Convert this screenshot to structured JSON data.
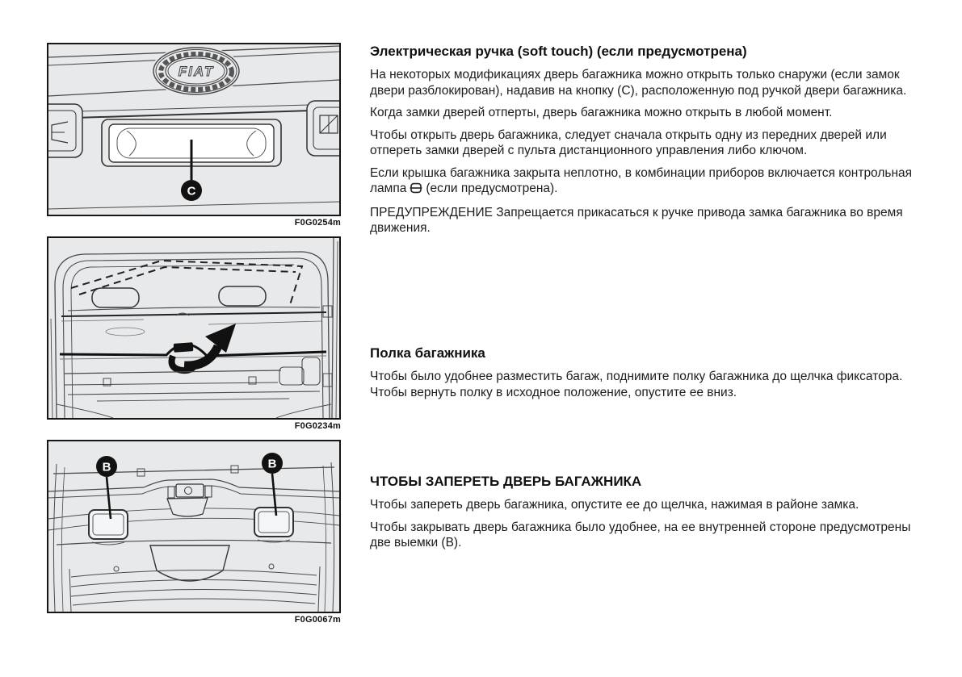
{
  "page": {
    "background": "#ffffff",
    "text_color": "#1c1c1c",
    "figure_background": "#e8e9eb",
    "line_art_color": "#333333"
  },
  "figures": [
    {
      "caption": "F0G0254m",
      "description": "Rear trunk door exterior: FIAT badge, licence-plate recess and soft-touch opening button",
      "badge_text": "FIAT",
      "callout_label": "C"
    },
    {
      "caption": "F0G0234m",
      "description": "Luggage compartment: parcel shelf lifted upwards, arrow shows movement"
    },
    {
      "caption": "F0G0067m",
      "description": "Inner side of trunk door with two hand recesses",
      "callout_labels": [
        "B",
        "B"
      ]
    }
  ],
  "sections": [
    {
      "heading": "Электрическая ручка (soft touch) (если предусмотрена)",
      "paragraphs": [
        "На некоторых модификациях дверь багажника можно открыть только снаружи (если замок двери разблокирован), надавив на кнопку (С), расположенную под ручкой двери багажника.",
        "Когда замки дверей отперты, дверь багажника можно открыть в любой момент.",
        "Чтобы открыть дверь багажника, следует сначала открыть одну из передних дверей или отпереть замки дверей с пульта дистанционного управления либо ключом."
      ],
      "lamp_paragraph": {
        "before": "Если крышка багажника закрыта неплотно, в комбинации приборов включается контрольная лампа",
        "icon": "trunk-open-warning-lamp",
        "after": "(если предусмотрена)."
      },
      "warning": "ПРЕДУПРЕЖДЕНИЕ Запрещается прикасаться к ручке привода замка багажника во время движения."
    },
    {
      "heading": "Полка багажника",
      "paragraphs": [
        "Чтобы было удобнее разместить багаж, поднимите полку багажника до щелчка фиксатора. Чтобы вернуть полку в исходное положение, опустите ее вниз."
      ]
    },
    {
      "heading": "ЧТОБЫ ЗАПЕРЕТЬ ДВЕРЬ БАГАЖНИКА",
      "paragraphs": [
        "Чтобы запереть дверь багажника, опустите ее до щелчка, нажимая в районе замка.",
        "Чтобы закрывать дверь багажника было удобнее, на ее внутренней стороне предусмотрены две выемки (В)."
      ]
    }
  ]
}
